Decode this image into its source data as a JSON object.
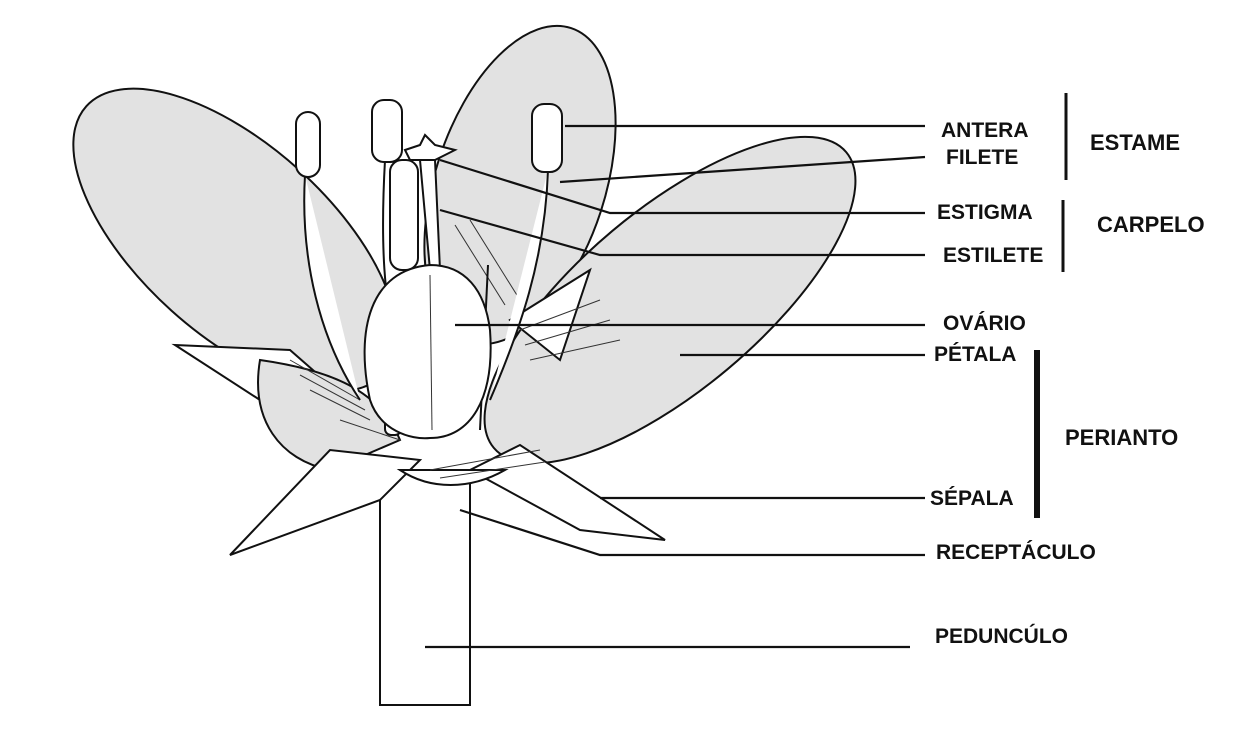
{
  "diagram": {
    "labels": {
      "antera": "ANTERA",
      "filete": "FILETE",
      "estigma": "ESTIGMA",
      "estilete": "ESTILETE",
      "ovario": "OVÁRIO",
      "petala": "PÉTALA",
      "sepala": "SÉPALA",
      "receptaculo": "RECEPTÁCULO",
      "pedunculo": "PEDUNCÚLO"
    },
    "groups": {
      "estame": "ESTAME",
      "carpelo": "CARPELO",
      "perianto": "PERIANTO"
    },
    "colors": {
      "petal_fill": "#e2e2e2",
      "ink": "#111111"
    }
  }
}
